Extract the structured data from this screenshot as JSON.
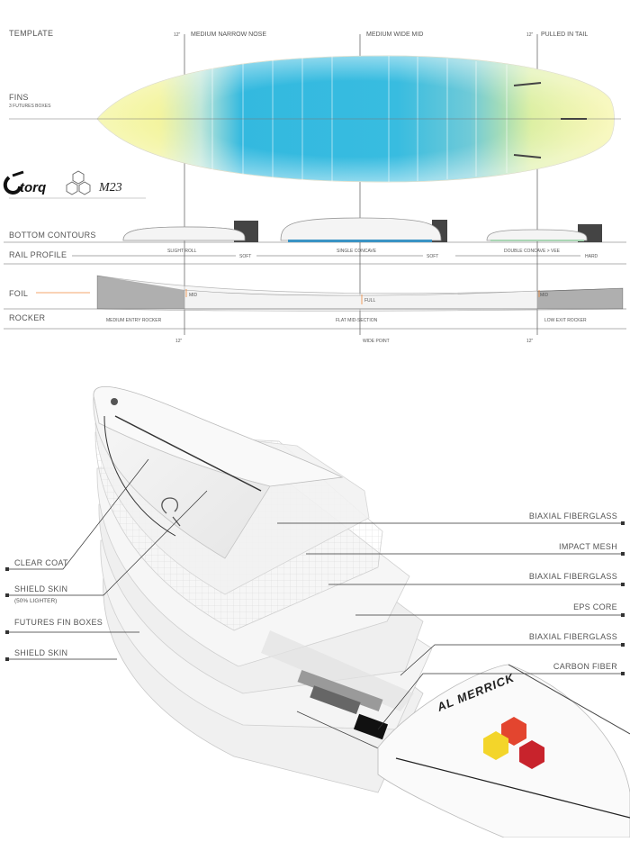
{
  "spec": {
    "template": "TEMPLATE",
    "fins": "FINS",
    "fins_sub": "3 FUTURES BOXES",
    "bottom_contours": "BOTTOM  CONTOURS",
    "rail_profile": "RAIL PROFILE",
    "foil": "FOIL",
    "rocker": "ROCKER",
    "nose_mark": "12\"",
    "tail_mark": "12\"",
    "nose_desc": "MEDIUM NARROW NOSE",
    "mid_desc": "MEDIUM WIDE MID",
    "tail_desc": "PULLED IN TAIL",
    "contour_nose": "SLIGHT ROLL",
    "contour_mid": "SINGLE CONCAVE",
    "contour_tail": "DOUBLE CONCAVE > VEE",
    "rail_soft_1": "SOFT",
    "rail_soft_2": "SOFT",
    "rail_hard": "HARD",
    "foil_mid_1": "MID",
    "foil_full": "FULL",
    "foil_mid_2": "MID",
    "rocker_entry": "MEDIUM ENTRY ROCKER",
    "rocker_mid": "FLAT MID-SECTION",
    "rocker_exit": "LOW EXIT ROCKER",
    "bottom_nose": "12\"",
    "bottom_wide": "WIDE POINT",
    "bottom_tail": "12\""
  },
  "brand": {
    "logo_text": "torq",
    "model": "M23"
  },
  "layers": {
    "left": [
      "CLEAR COAT",
      "SHIELD SKIN",
      "FUTURES FIN BOXES",
      "SHIELD SKIN"
    ],
    "left_sub": "(50% LIGHTER)",
    "right": [
      "BIAXIAL FIBERGLASS",
      "IMPACT MESH",
      "BIAXIAL FIBERGLASS",
      "EPS CORE",
      "BIAXIAL FIBERGLASS",
      "CARBON FIBER"
    ]
  },
  "colors": {
    "outline_blue": "#31b8de",
    "outline_yellow": "#f1f28a",
    "concave_blue": "#3a93c4",
    "orange_mark": "#f08a3c",
    "logo_red": "#e3452f",
    "logo_yellow": "#f3d52a",
    "logo_dark_red": "#c8232c"
  }
}
